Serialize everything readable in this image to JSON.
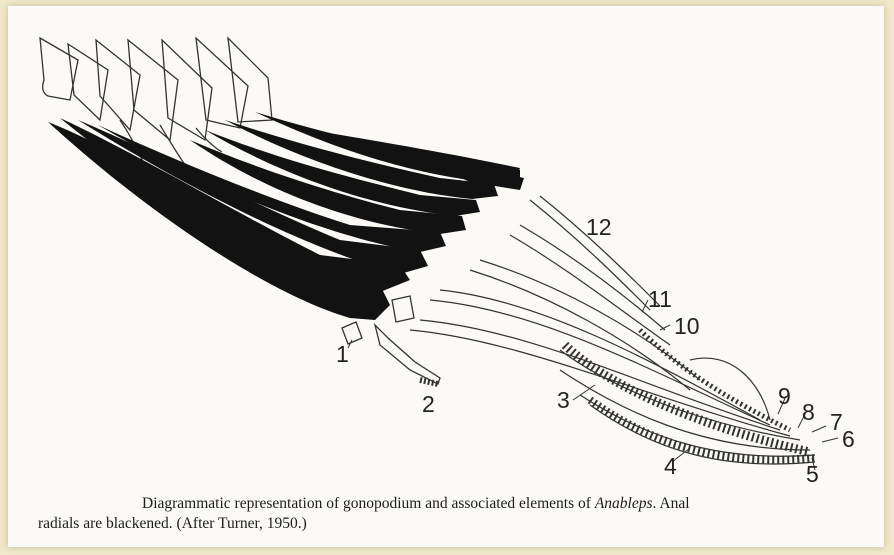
{
  "figure": {
    "labels": [
      "1",
      "2",
      "3",
      "4",
      "5",
      "6",
      "7",
      "8",
      "9",
      "10",
      "11",
      "12"
    ]
  },
  "caption": {
    "line1_pre": "Diagrammatic representation of gonopodium and associated elements of ",
    "genus": "Anableps",
    "line1_post": ". Anal",
    "line2": "radials are blackened. (After Turner, 1950.)"
  }
}
